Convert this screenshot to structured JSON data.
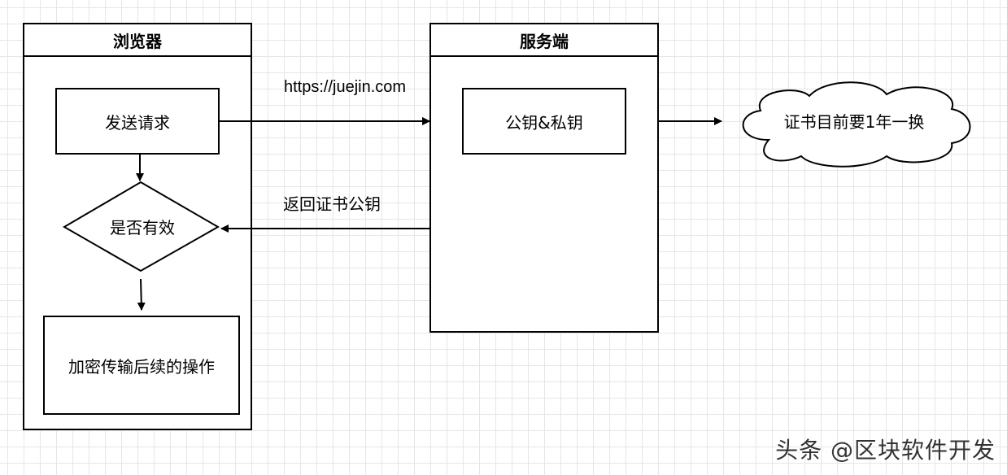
{
  "browser": {
    "title": "浏览器",
    "send_request": "发送请求",
    "is_valid": "是否有效",
    "encrypt_followup": "加密传输后续的操作"
  },
  "server": {
    "title": "服务端",
    "keys": "公钥&私钥"
  },
  "edges": {
    "request_url": "https://juejin.com",
    "return_public_key": "返回证书公钥"
  },
  "cloud": {
    "text": "证书目前要1年一换"
  },
  "watermark": "头条 @区块软件开发"
}
